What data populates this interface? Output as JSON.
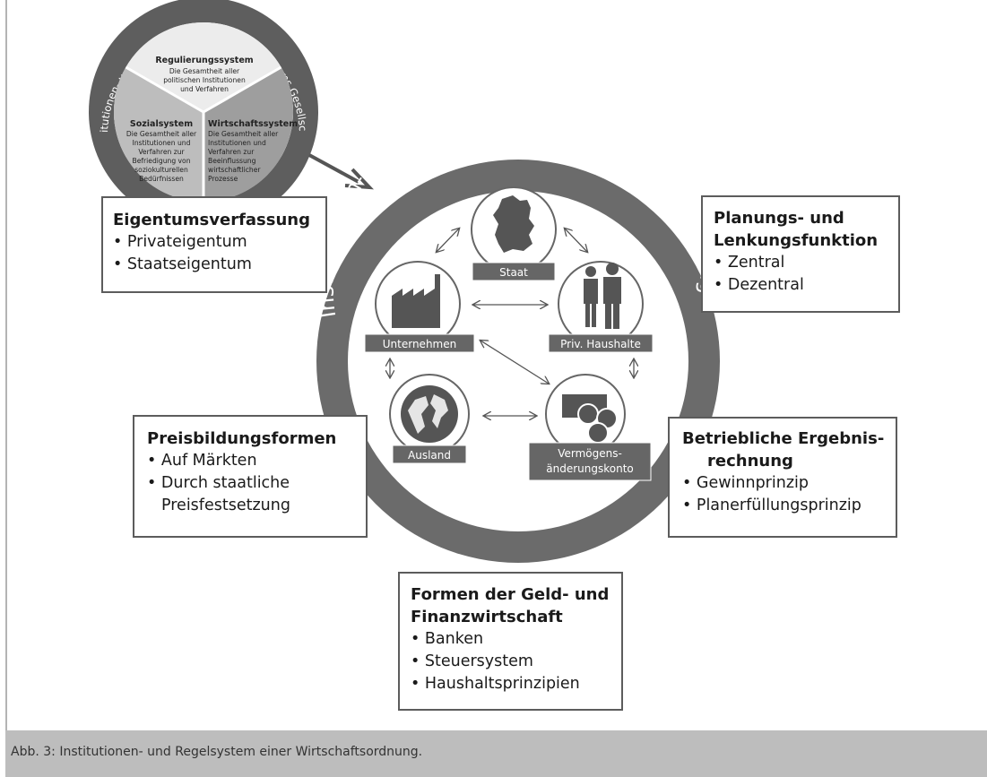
{
  "outer_circle": {
    "ring_text": "Institutionen- und Regelsystem des Gesamtsystems Gesellschaft"
  },
  "subsystems": [
    {
      "heading": "Regulierungssystem",
      "lines": [
        "Die Gesamtheit aller",
        "politischen Institutionen",
        "und Verfahren"
      ]
    },
    {
      "heading": "Sozialsystem",
      "lines": [
        "Die Gesamtheit aller",
        "Institutionen und",
        "Verfahren zur",
        "Befriedigung von",
        "soziokulturellen",
        "Bedürfnissen"
      ]
    },
    {
      "heading": "Wirtschaftssystem",
      "lines": [
        "Die Gesamtheit aller",
        "Institutionen und",
        "Verfahren zur",
        "Beeinflussung",
        "wirtschaftlicher",
        "Prozesse"
      ]
    }
  ],
  "main_circle": {
    "ring_text": "Institutionen- und Regelsystem einer Wirtschaftsordnung"
  },
  "nodes": {
    "staat": "Staat",
    "unternehmen": "Unternehmen",
    "haushalte": "Priv. Haushalte",
    "ausland": "Ausland",
    "vermoegen_1": "Vermögens-",
    "vermoegen_2": "änderungskonto"
  },
  "boxes": {
    "eigentum": {
      "title": "Eigentumsverfassung",
      "items": [
        "• Privateigentum",
        "• Staatseigentum"
      ]
    },
    "planung": {
      "title_1": "Planungs- und",
      "title_2": "Lenkungsfunktion",
      "items": [
        "• Zentral",
        "• Dezentral"
      ]
    },
    "preis": {
      "title": "Preisbildungsformen",
      "items": [
        "• Auf Märkten",
        "• Durch staatliche",
        "Preisfestsetzung"
      ]
    },
    "betrieb": {
      "title_1": "Betriebliche Ergebnis-",
      "title_2": "rechnung",
      "items": [
        "• Gewinnprinzip",
        "• Planerfüllungsprinzip"
      ]
    },
    "geld": {
      "title_1": "Formen der Geld- und",
      "title_2": "Finanzwirtschaft",
      "items": [
        "• Banken",
        "• Steuersystem",
        "• Haushaltsprinzipien"
      ]
    }
  },
  "caption": "Abb. 3: Institutionen- und Regelsystem einer Wirtschaftsordnung."
}
